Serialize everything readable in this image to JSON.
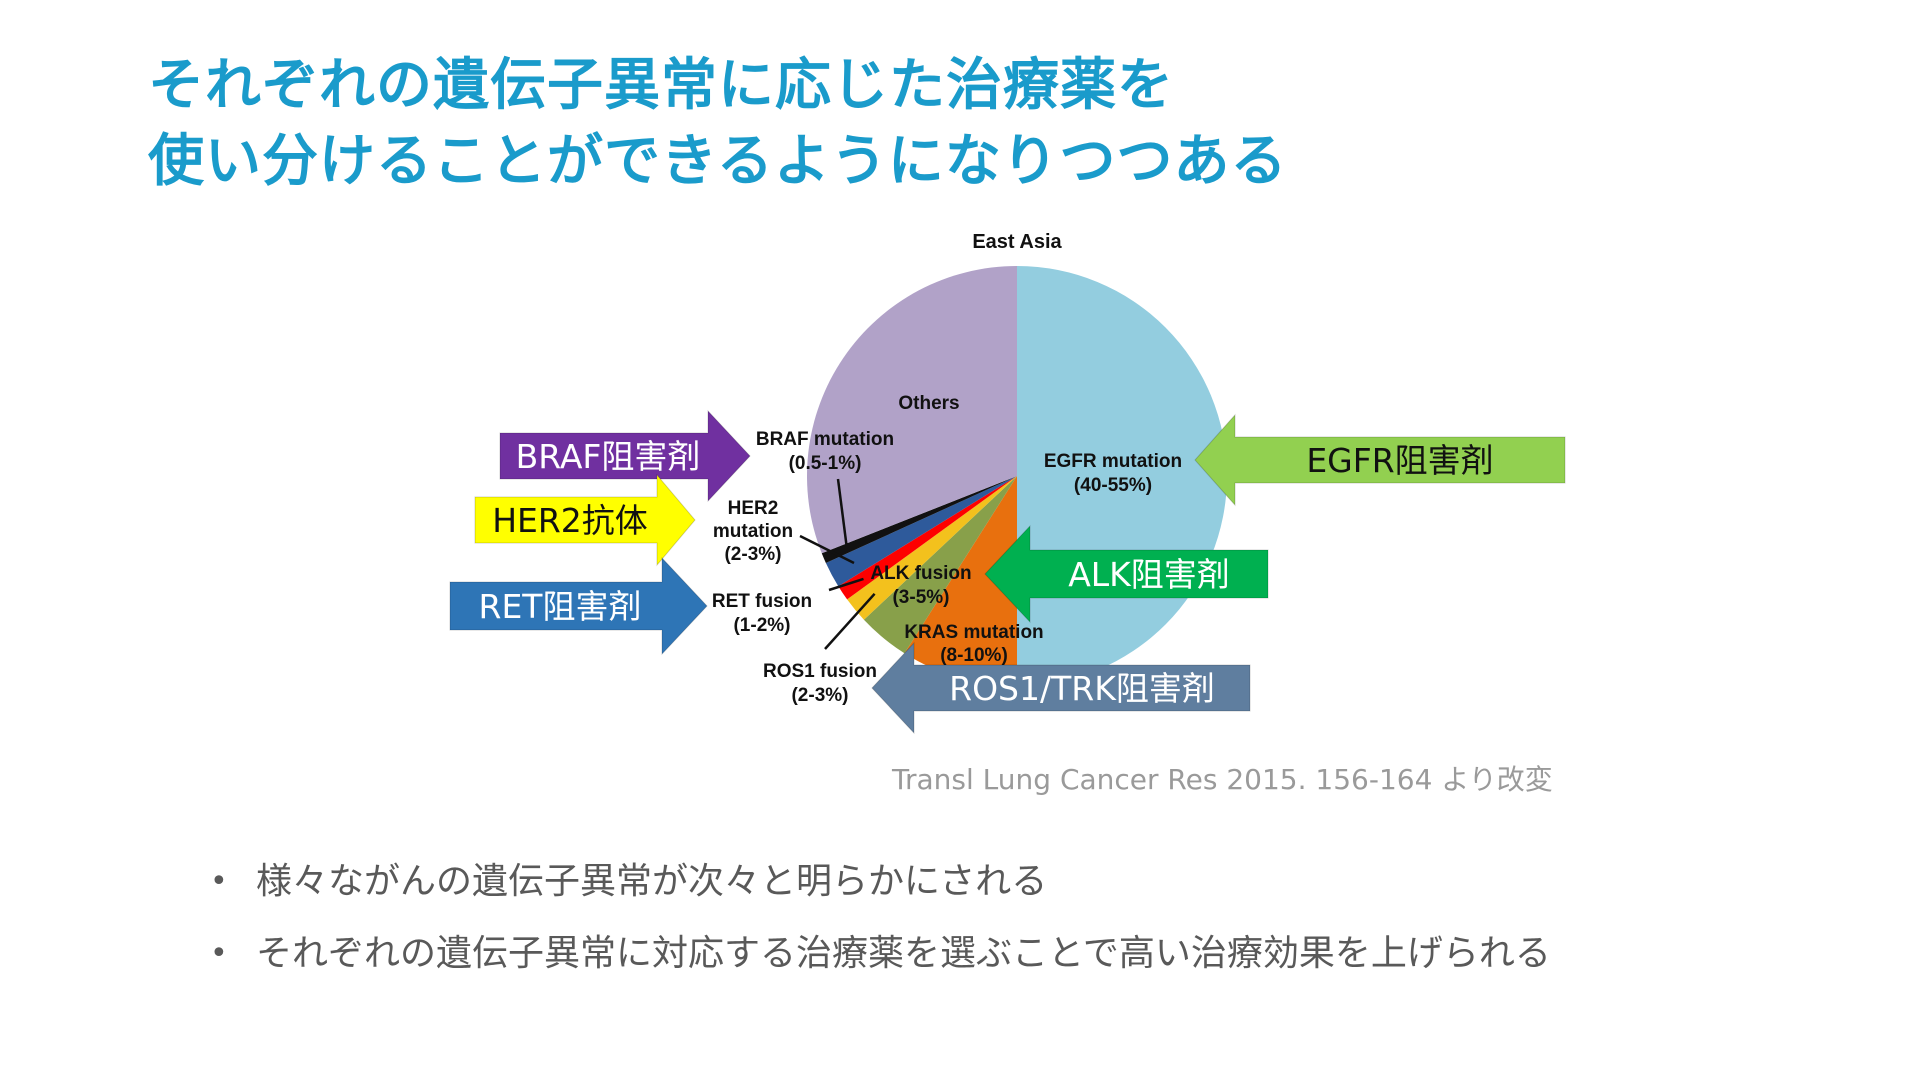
{
  "slide": {
    "title_lines": [
      "それぞれの遺伝子異常に応じた治療薬を",
      "使い分けることができるようになりつつある"
    ],
    "citation": "Transl Lung Cancer Res 2015. 156-164 より改変",
    "bullets": [
      "様々ながんの遺伝子異常が次々と明らかにされる",
      "それぞれの遺伝子異常に対応する治療薬を選ぶことで高い治療効果を上げられる"
    ],
    "colors": {
      "title": "#1A9BCB",
      "body_text": "#595959",
      "citation": "#9a9a9a"
    }
  },
  "chart_data": {
    "type": "pie",
    "title": "East Asia",
    "start_angle_deg": 0,
    "direction": "clockwise",
    "slices": [
      {
        "label": "EGFR mutation",
        "range": "(40-55%)",
        "value": 50.0,
        "color": "#93CDDF"
      },
      {
        "label": "KRAS mutation",
        "range": "(8-10%)",
        "value": 9.0,
        "color": "#E8700E"
      },
      {
        "label": "ALK fusion",
        "range": "(3-5%)",
        "value": 4.0,
        "color": "#88A04A"
      },
      {
        "label": "ROS1 fusion",
        "range": "(2-3%)",
        "value": 2.0,
        "color": "#F3C11D"
      },
      {
        "label": "RET fusion",
        "range": "(1-2%)",
        "value": 1.2,
        "color": "#FE0000"
      },
      {
        "label": "HER2 mutation",
        "range": "(2-3%)",
        "value": 2.0,
        "color": "#2E5A9B"
      },
      {
        "label": "BRAF mutation",
        "range": "(0.5-1%)",
        "value": 0.8,
        "color": "#111111"
      },
      {
        "label": "Others",
        "range": "",
        "value": 31.0,
        "color": "#B1A2C8"
      }
    ],
    "drug_arrows": [
      {
        "label": "BRAF阻害剤",
        "target": "BRAF mutation",
        "direction": "right",
        "color": "#7030A0",
        "text_color": "#ffffff"
      },
      {
        "label": "HER2抗体",
        "target": "HER2 mutation",
        "direction": "right",
        "color": "#FFFF00",
        "text_color": "#111111"
      },
      {
        "label": "RET阻害剤",
        "target": "RET fusion",
        "direction": "right",
        "color": "#2E75B6",
        "text_color": "#ffffff"
      },
      {
        "label": "EGFR阻害剤",
        "target": "EGFR mutation",
        "direction": "left",
        "color": "#92D050",
        "text_color": "#111111"
      },
      {
        "label": "ALK阻害剤",
        "target": "ALK fusion",
        "direction": "left",
        "color": "#00B050",
        "text_color": "#ffffff"
      },
      {
        "label": "ROS1/TRK阻害剤",
        "target": "ROS1 fusion",
        "direction": "left",
        "color": "#5F7E9F",
        "text_color": "#ffffff"
      }
    ]
  }
}
